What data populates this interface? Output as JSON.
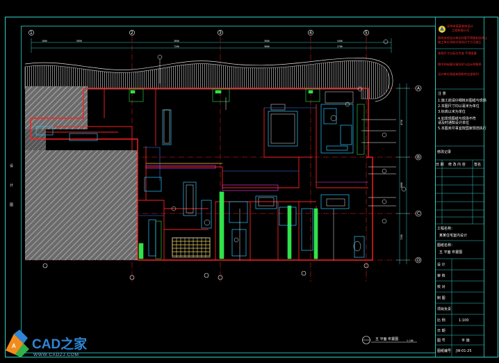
{
  "drawing": {
    "colors": {
      "background": "#000000",
      "frame": "#2fd1c8",
      "wall": "#ff2020",
      "furniture": "#2bc7ff",
      "green": "#2fe24a",
      "hatch": "#a0a0a0",
      "white": "#ffffff",
      "yellow": "#ffd21e",
      "magenta": "#ff3cff"
    },
    "grid_axes_top": [
      "1",
      "2",
      "3",
      "4",
      "5"
    ],
    "grid_axes_right": [
      "A",
      "B",
      "C",
      "D"
    ],
    "dimension_labels": [
      "1600",
      "5890",
      "3600",
      "3600",
      "5400",
      "7200",
      "3000",
      "2700",
      "8750",
      "6000",
      "7200"
    ],
    "left_margin_marks": [
      "设",
      "计",
      "图"
    ],
    "sheet_title": "五 平面 布置图",
    "sheet_scale": "1:100"
  },
  "title_block": {
    "company_lines": [
      "深圳市某某装饰设计",
      "工程有限公司"
    ],
    "red_notes": [
      "图纸未经设计单位同意不得复制及转让",
      "施工单位须核对现场尺寸方可施工",
      "本图尺寸以标注为准 不得度量",
      "图中如有疑问请及时与设计师联系",
      "设计单位保留本图纸的全部权利"
    ],
    "notes_heading": "注 意",
    "notes_lines": [
      "1.施工前请仔细核对图纸与现场",
      "2.本图尺寸均以毫米为单位",
      "3.标高以米为单位",
      "4.如发现图纸与现场不符",
      "  请及时通知设计单位",
      "5.本图未尽事宜按国家规范执行"
    ],
    "revision_heading": "修改记录",
    "revision_cols": [
      "日 期",
      "修 改 内 容",
      "签名"
    ],
    "project_label": "工程名称：",
    "project_name": "某某住宅室内设计",
    "drawing_label": "图纸名称：",
    "drawing_name": "五 平面 布置图",
    "info_rows": [
      {
        "label": "设 计",
        "value": ""
      },
      {
        "label": "审 核",
        "value": ""
      },
      {
        "label": "校 对",
        "value": ""
      },
      {
        "label": "制 图",
        "value": ""
      },
      {
        "label": "项目负责",
        "value": ""
      },
      {
        "label": "比 例",
        "value": "1:100"
      },
      {
        "label": "日 期",
        "value": ""
      },
      {
        "label": "图 号",
        "value": "平 施"
      },
      {
        "label": "图纸编号",
        "value": "JW-01-25"
      }
    ]
  },
  "watermark": {
    "brand": "CAD之家",
    "url": "WWW.CADZJ.COM"
  }
}
